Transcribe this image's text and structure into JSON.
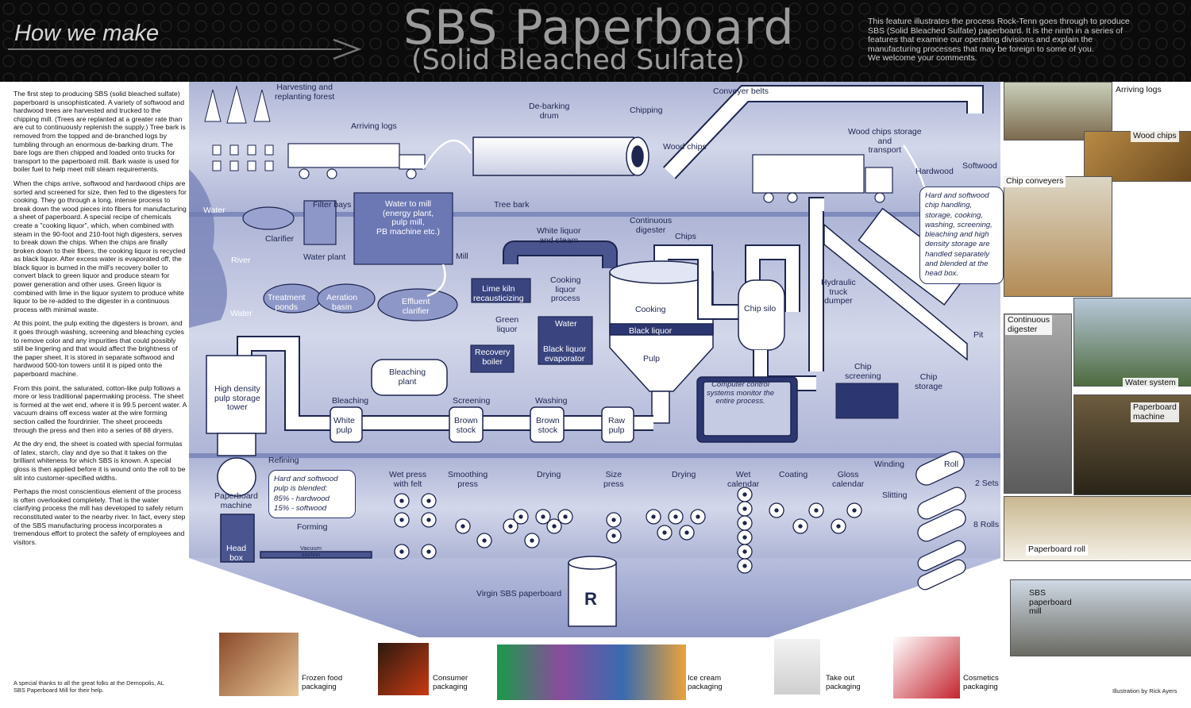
{
  "header": {
    "how_we_make": "How we make",
    "title_line1": "SBS Paperboard",
    "title_line2": "(Solid Bleached Sulfate)",
    "intro_lines": [
      "This feature illustrates the process Rock-Tenn goes through to produce",
      "SBS (Solid Bleached Sulfate) paperboard. It is the ninth in a series of",
      "features that examine our operating divisions and explain the",
      "manufacturing processes that may be foreign to some of you.",
      "We welcome your comments."
    ]
  },
  "left_text": [
    "The first step to producing SBS (solid bleached sulfate) paperboard is unsophisticated. A variety of softwood and hardwood trees are harvested and trucked to the chipping mill. (Trees are replanted at a greater rate than are cut to continuously replenish the supply.) Tree bark is removed from the topped and de-branched logs by tumbling through an enormous de-barking drum. The bare logs are then chipped and loaded onto trucks for transport to the paperboard mill.  Bark waste is used for boiler fuel to help meet mill steam requirements.",
    "When the chips arrive, softwood and hardwood chips are sorted and screened for size, then fed to the digesters for cooking. They go through a long, intense process to break down the wood pieces into fibers for manufacturing a sheet of paperboard. A special recipe of chemicals create a \"cooking liquor\", which, when combined with steam in the 90-foot and 210-foot high digesters, serves to break down the chips. When the chips are finally broken down to their fibers, the cooking liquor is recycled as black liquor. After excess water is evaporated off, the black liquor is burned in the mill's recovery boiler to convert black to green liquor and produce steam for power generation and other uses. Green liquor is combined with lime in the liquor system to produce white liquor to be re-added to the digester in a continuous process with minimal waste.",
    "At this point, the pulp exiting the digesters is brown, and it goes through washing, screening and bleaching cycles to remove color and any impurities that could possibly still be lingering and that would affect the brightness of the paper sheet. It is stored in separate softwood and hardwood 500-ton towers until it is piped onto the paperboard machine.",
    "From this point, the saturated, cotton-like pulp follows a more or less traditional papermaking process. The sheet is formed at the wet end, where it is 99.5 percent water. A vacuum drains off excess water at the wire forming section called the fourdrinier. The sheet proceeds through the press and then into a series of 88 dryers.",
    "At the dry end, the sheet is coated with special formulas of latex, starch, clay and dye so that it takes on the brilliant whiteness for which SBS is known. A special gloss is then applied before it is wound onto the roll to be slit into customer-specified widths.",
    "Perhaps the most conscientious element of the process is often overlooked completely. That is the water clarifying process the mill has developed to safely return reconstituted water to the nearby river. In fact, every step of the SBS manufacturing process incorporates a tremendous effort to protect the safety of employees and visitors."
  ],
  "thanks": "A special thanks to all the great folks at the Demopolis, AL SBS Paperboard Mill for their help.",
  "credit": "Illustration by Rick Ayers",
  "labels": {
    "harvesting": "Harvesting and\nreplanting forest",
    "arriving_logs": "Arriving logs",
    "debarking": "De-barking\ndrum",
    "chipping": "Chipping",
    "conveyer": "Conveyer belts",
    "wood_chips": "Wood chips",
    "wc_storage": "Wood chips storage\nand\ntransport",
    "hardwood": "Hardwood",
    "softwood": "Softwood",
    "tree_bark": "Tree bark",
    "water1": "Water",
    "clarifier": "Clarifier",
    "filter_bays": "Filter bays",
    "water_to_mill": "Water to mill\n(energy plant,\npulp mill,\nPB machine etc.)",
    "water_plant": "Water plant",
    "mill": "Mill",
    "river": "River",
    "treatment": "Treatment\nponds",
    "aeration": "Aeration\nbasin",
    "effluent": "Effluent\nclarifier",
    "water2": "Water",
    "white_liquor": "White liquor\nand steam",
    "cont_digester": "Continuous\ndigester",
    "chips": "Chips",
    "lime_kiln": "Lime kiln\nrecausticizing",
    "cooking_process": "Cooking\nliquor\nprocess",
    "green_liquor": "Green\nliquor",
    "water3": "Water",
    "black_evap": "Black liquor\nevaporator",
    "recovery": "Recovery\nboiler",
    "cooking": "Cooking",
    "black_liquor": "Black liquor",
    "pulp": "Pulp",
    "chip_silo": "Chip silo",
    "hydraulic": "Hydraulic\ntruck\ndumper",
    "pit": "Pit",
    "chip_screening": "Chip\nscreening",
    "chip_storage": "Chip\nstorage",
    "bleaching_plant": "Bleaching\nplant",
    "hd_tower": "High density\npulp storage\ntower",
    "bleaching": "Bleaching",
    "screening": "Screening",
    "washing": "Washing",
    "white_pulp": "White\npulp",
    "brown_stock1": "Brown\nstock",
    "brown_stock2": "Brown\nstock",
    "raw_pulp": "Raw\npulp",
    "computer": "Computer control\nsystems monitor the\nentire  process.",
    "refining": "Refining",
    "pb_machine": "Paperboard\nmachine",
    "head_box": "Head\nbox",
    "forming": "Forming",
    "vacuum": "Vacuum\nsuction",
    "wet_press": "Wet press\nwith felt",
    "smoothing": "Smoothing\npress",
    "drying1": "Drying",
    "size_press": "Size\npress",
    "drying2": "Drying",
    "wet_cal": "Wet\ncalendar",
    "coating": "Coating",
    "gloss": "Gloss\ncalendar",
    "winding": "Winding",
    "slitting": "Slitting",
    "roll": "Roll",
    "two_sets": "2 Sets",
    "eight_rolls": "8 Rolls",
    "virgin": "Virgin SBS paperboard",
    "roll_logo": "R"
  },
  "notes": {
    "chip_handling": "Hard and softwood\nchip handling,\nstorage, cooking,\nwashing, screening,\nbleaching and high\ndensity storage are\nhandled separately\nand blended at the\nhead box.",
    "blend_intro": "Hard and softwood\npulp is blended:",
    "blend_hw": "85% - hardwood",
    "blend_sw": "15% - softwood"
  },
  "photos": [
    {
      "label": "Arriving logs"
    },
    {
      "label": "Wood chips"
    },
    {
      "label": "Chip conveyers"
    },
    {
      "label": "Continuous\ndigester"
    },
    {
      "label": "Water system"
    },
    {
      "label": "Paperboard\nmachine"
    },
    {
      "label": "Paperboard roll"
    },
    {
      "label": "SBS\npaperboard\nmill"
    }
  ],
  "products": [
    {
      "label": "Frozen food\npackaging"
    },
    {
      "label": "Consumer\npackaging"
    },
    {
      "label": "Ice cream\npackaging"
    },
    {
      "label": "Take out\npackaging"
    },
    {
      "label": "Cosmetics\npackaging"
    }
  ],
  "colors": {
    "header_bg": "#0b0b0b",
    "band_fill": "#c5cbe3",
    "band_dark": "#7f8abd",
    "pipe_outline": "#1d2550",
    "label_text": "#1d2550"
  }
}
